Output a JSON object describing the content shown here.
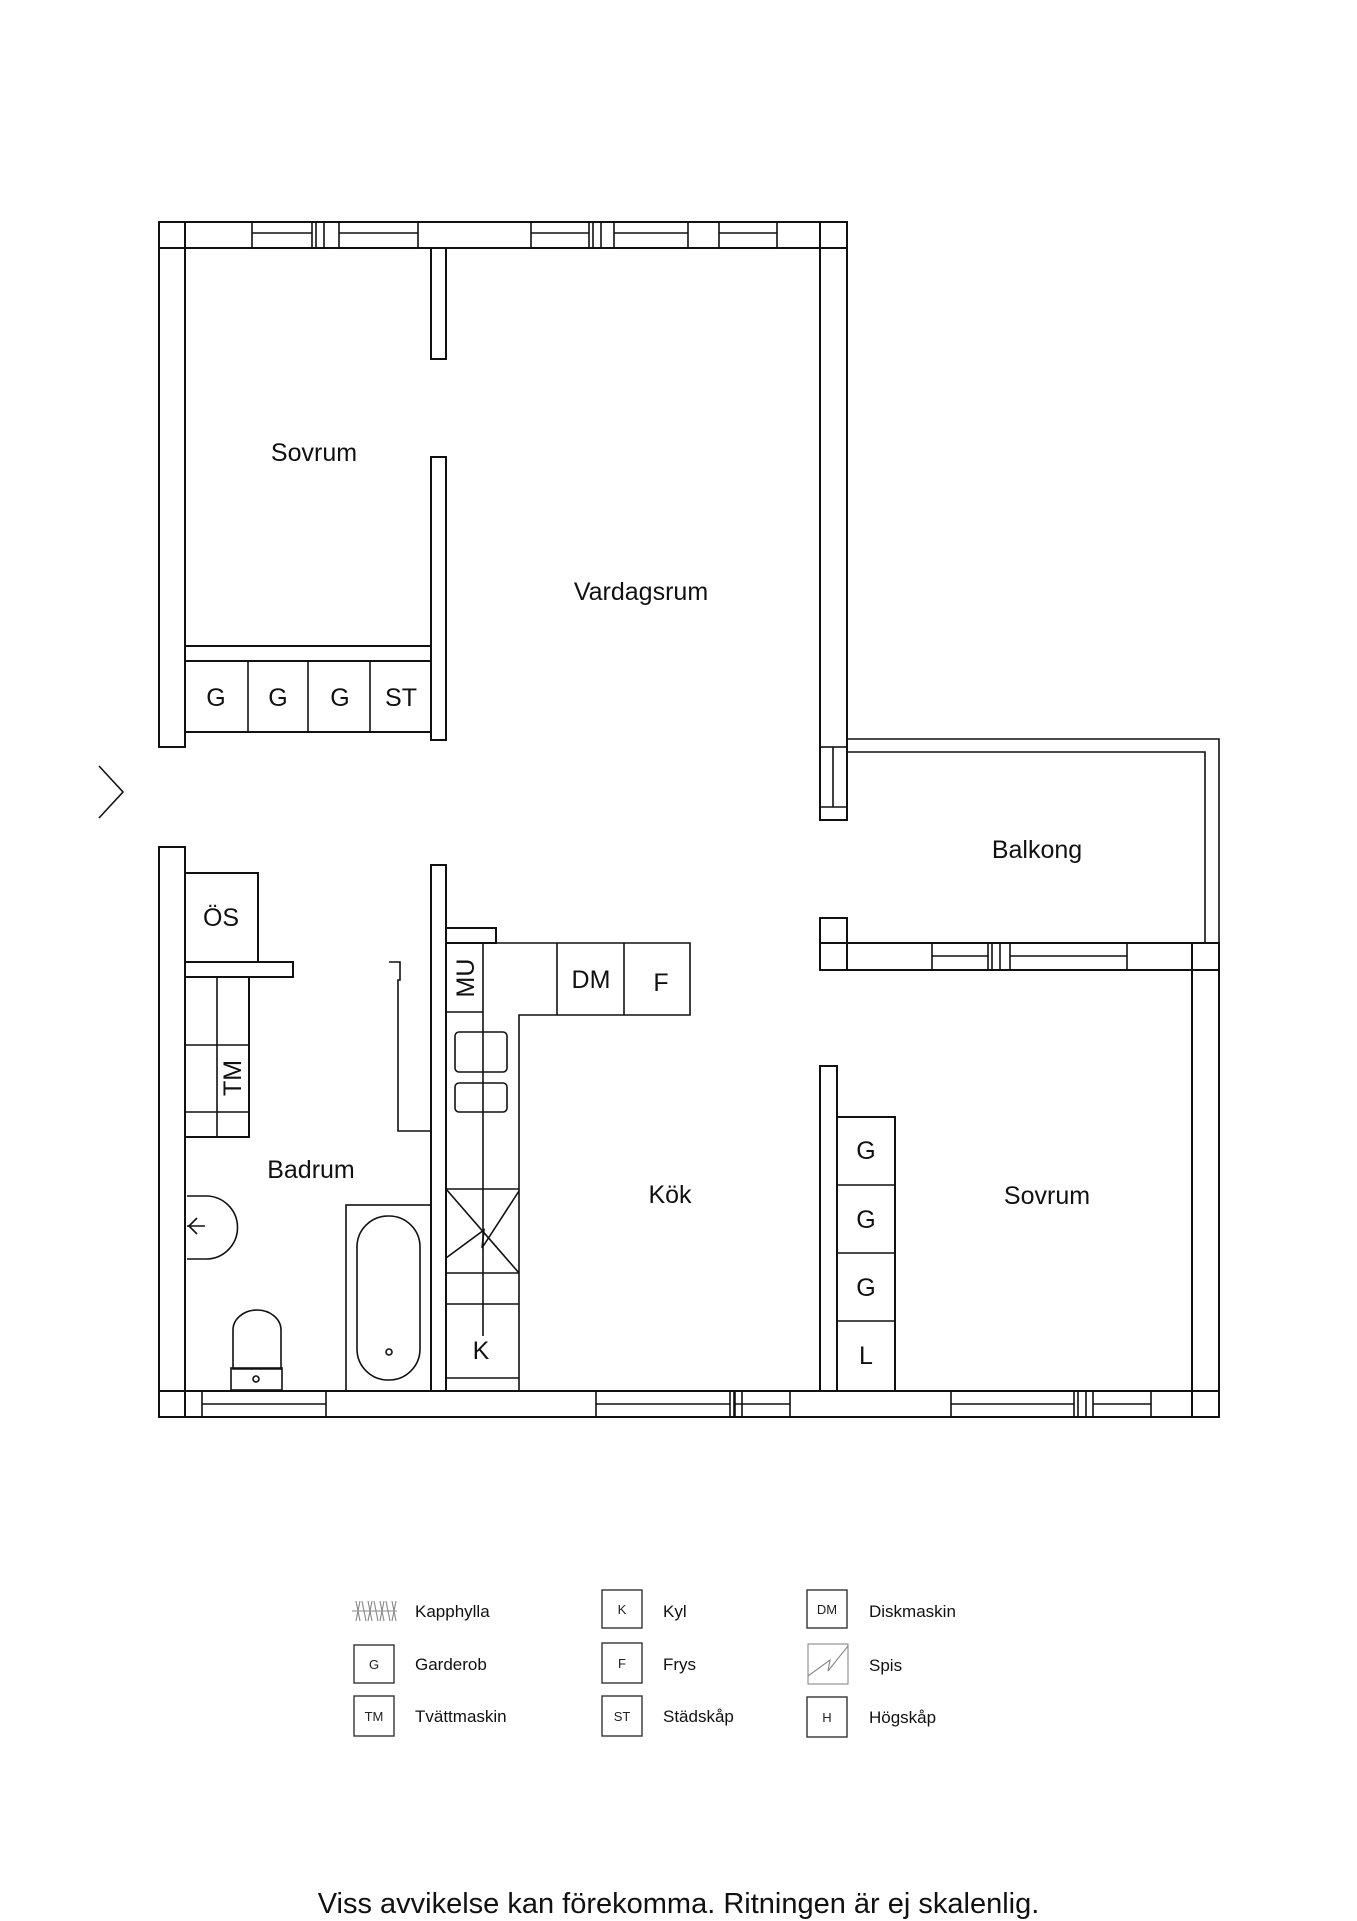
{
  "rooms": {
    "bedroom_1": "Sovrum",
    "living_room": "Vardagsrum",
    "balcony": "Balkong",
    "bathroom": "Badrum",
    "kitchen": "Kök",
    "bedroom_2": "Sovrum"
  },
  "fixtures": {
    "wardrobe_a": "G",
    "wardrobe_b": "G",
    "wardrobe_c": "G",
    "cleaning_cabinet": "ST",
    "top_shelf": "ÖS",
    "washing_machine": "TM",
    "microwave": "MU",
    "dishwasher": "DM",
    "freezer": "F",
    "fridge": "K",
    "wardrobe_d": "G",
    "wardrobe_e": "G",
    "wardrobe_f": "G",
    "linen_closet": "L"
  },
  "legend": [
    {
      "code": "",
      "label": "Kapphylla",
      "icon": "coat-rack-icon"
    },
    {
      "code": "G",
      "label": "Garderob",
      "icon": "wardrobe-icon"
    },
    {
      "code": "TM",
      "label": "Tvättmaskin",
      "icon": "washing-machine-icon"
    },
    {
      "code": "K",
      "label": "Kyl",
      "icon": "fridge-icon"
    },
    {
      "code": "F",
      "label": "Frys",
      "icon": "freezer-icon"
    },
    {
      "code": "ST",
      "label": "Städskåp",
      "icon": "cleaning-cabinet-icon"
    },
    {
      "code": "DM",
      "label": "Diskmaskin",
      "icon": "dishwasher-icon"
    },
    {
      "code": "",
      "label": "Spis",
      "icon": "stove-icon"
    },
    {
      "code": "H",
      "label": "Högskåp",
      "icon": "tall-cabinet-icon"
    }
  ],
  "disclaimer": "Viss avvikelse kan förekomma. Ritningen är ej skalenlig."
}
